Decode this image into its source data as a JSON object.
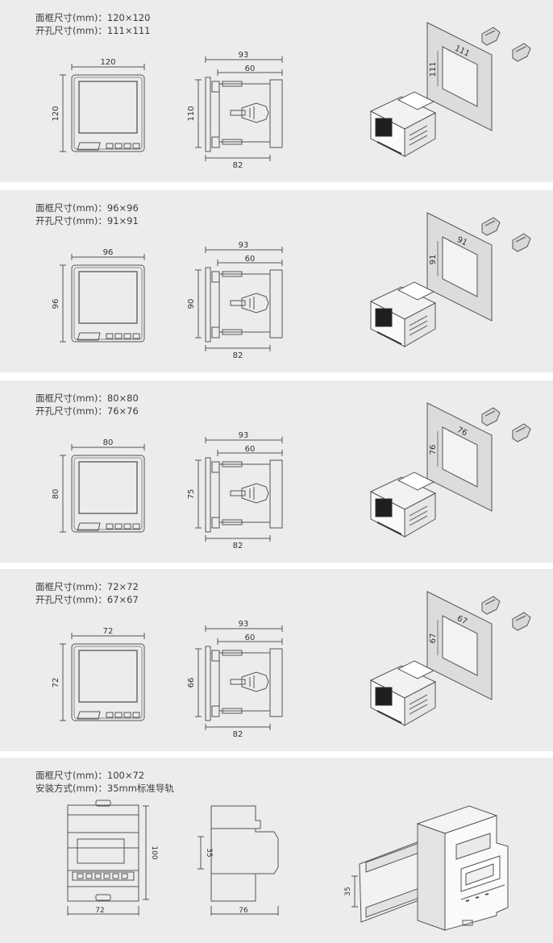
{
  "panels": [
    {
      "frame_label": "面框尺寸(mm)：120×120",
      "cutout_label": "开孔尺寸(mm)：111×111",
      "front_width": "120",
      "front_height": "120",
      "side_total": "93",
      "side_body": "60",
      "side_height": "110",
      "side_bottom": "82",
      "cut_width": "111",
      "cut_height": "111"
    },
    {
      "frame_label": "面框尺寸(mm)：96×96",
      "cutout_label": "开孔尺寸(mm)：91×91",
      "front_width": "96",
      "front_height": "96",
      "side_total": "93",
      "side_body": "60",
      "side_height": "90",
      "side_bottom": "82",
      "cut_width": "91",
      "cut_height": "91"
    },
    {
      "frame_label": "面框尺寸(mm)：80×80",
      "cutout_label": "开孔尺寸(mm)：76×76",
      "front_width": "80",
      "front_height": "80",
      "side_total": "93",
      "side_body": "60",
      "side_height": "75",
      "side_bottom": "82",
      "cut_width": "76",
      "cut_height": "76"
    },
    {
      "frame_label": "面框尺寸(mm)：72×72",
      "cutout_label": "开孔尺寸(mm)：67×67",
      "front_width": "72",
      "front_height": "72",
      "side_total": "93",
      "side_body": "60",
      "side_height": "66",
      "side_bottom": "82",
      "cut_width": "67",
      "cut_height": "67"
    }
  ],
  "rail_panel": {
    "frame_label": "面框尺寸(mm)：100×72",
    "mount_label": "安装方式(mm)：35mm标准导轨",
    "front_width": "72",
    "front_height": "100",
    "side_rail": "35",
    "side_depth": "76",
    "iso_rail": "35"
  },
  "colors": {
    "panel_bg": "#ececec",
    "line": "#555555"
  }
}
